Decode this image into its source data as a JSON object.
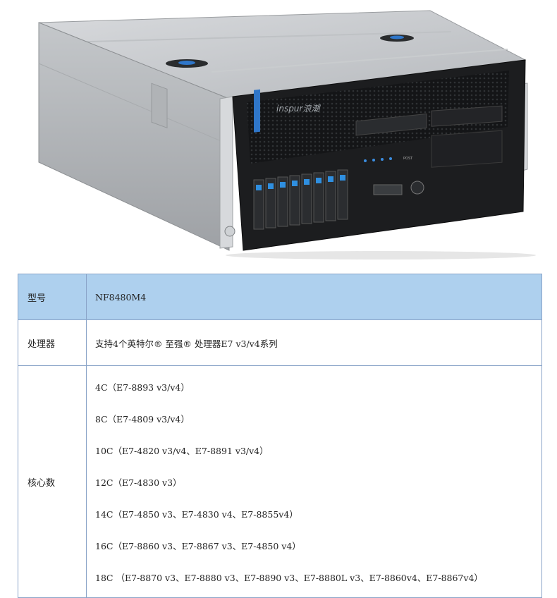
{
  "product_image": {
    "brand_text": "inspur浪潮",
    "panel_label": "POST"
  },
  "spec_table": {
    "model": {
      "label": "型号",
      "value": "NF8480M4"
    },
    "processor": {
      "label": "处理器",
      "value": "支持4个英特尔® 至强® 处理器E7 v3/v4系列"
    },
    "cores": {
      "label": "核心数",
      "items": [
        "4C（E7-8893 v3/v4）",
        "8C（E7-4809 v3/v4）",
        "10C（E7-4820 v3/v4、E7-8891 v3/v4）",
        "12C（E7-4830 v3）",
        "14C（E7-4850 v3、E7-4830 v4、E7-8855v4）",
        "16C（E7-8860 v3、E7-8867 v3、E7-4850 v4）",
        "18C （E7-8870 v3、E7-8880 v3、E7-8890 v3、E7-8880L v3、E7-8860v4、E7-8867v4）"
      ]
    }
  }
}
